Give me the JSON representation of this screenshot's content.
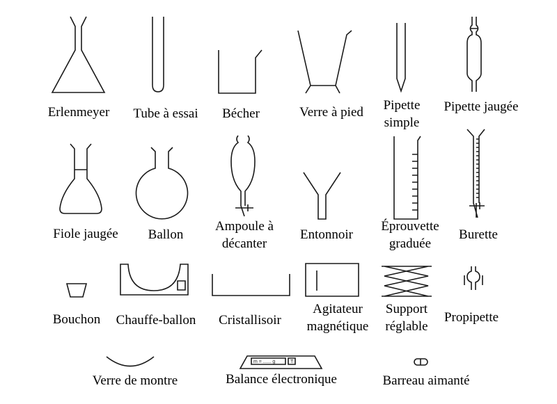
{
  "items": [
    {
      "id": "erlenmeyer",
      "label": "Erlenmeyer"
    },
    {
      "id": "tube-a-essai",
      "label": "Tube à essai"
    },
    {
      "id": "becher",
      "label": "Bécher"
    },
    {
      "id": "verre-a-pied",
      "label": "Verre à pied"
    },
    {
      "id": "pipette-simple",
      "label": "Pipette simple"
    },
    {
      "id": "pipette-jaugee",
      "label": "Pipette jaugée"
    },
    {
      "id": "fiole-jaugee",
      "label": "Fiole jaugée"
    },
    {
      "id": "ballon",
      "label": "Ballon"
    },
    {
      "id": "ampoule-a-decanter",
      "label": "Ampoule à décanter"
    },
    {
      "id": "entonnoir",
      "label": "Entonnoir"
    },
    {
      "id": "eprouvette-graduee",
      "label": "Éprouvette graduée"
    },
    {
      "id": "burette",
      "label": "Burette"
    },
    {
      "id": "bouchon",
      "label": "Bouchon"
    },
    {
      "id": "chauffe-ballon",
      "label": "Chauffe-ballon"
    },
    {
      "id": "cristallisoir",
      "label": "Cristallisoir"
    },
    {
      "id": "agitateur-magnetique",
      "label": "Agitateur magnétique"
    },
    {
      "id": "support-reglable",
      "label": "Support réglable"
    },
    {
      "id": "propipette",
      "label": "Propipette"
    },
    {
      "id": "verre-de-montre",
      "label": "Verre de montre"
    },
    {
      "id": "balance-electronique",
      "label": "Balance électronique"
    },
    {
      "id": "barreau-aimante",
      "label": "Barreau aimanté"
    }
  ],
  "balance_display": "m = ...... g",
  "balance_button": "T"
}
